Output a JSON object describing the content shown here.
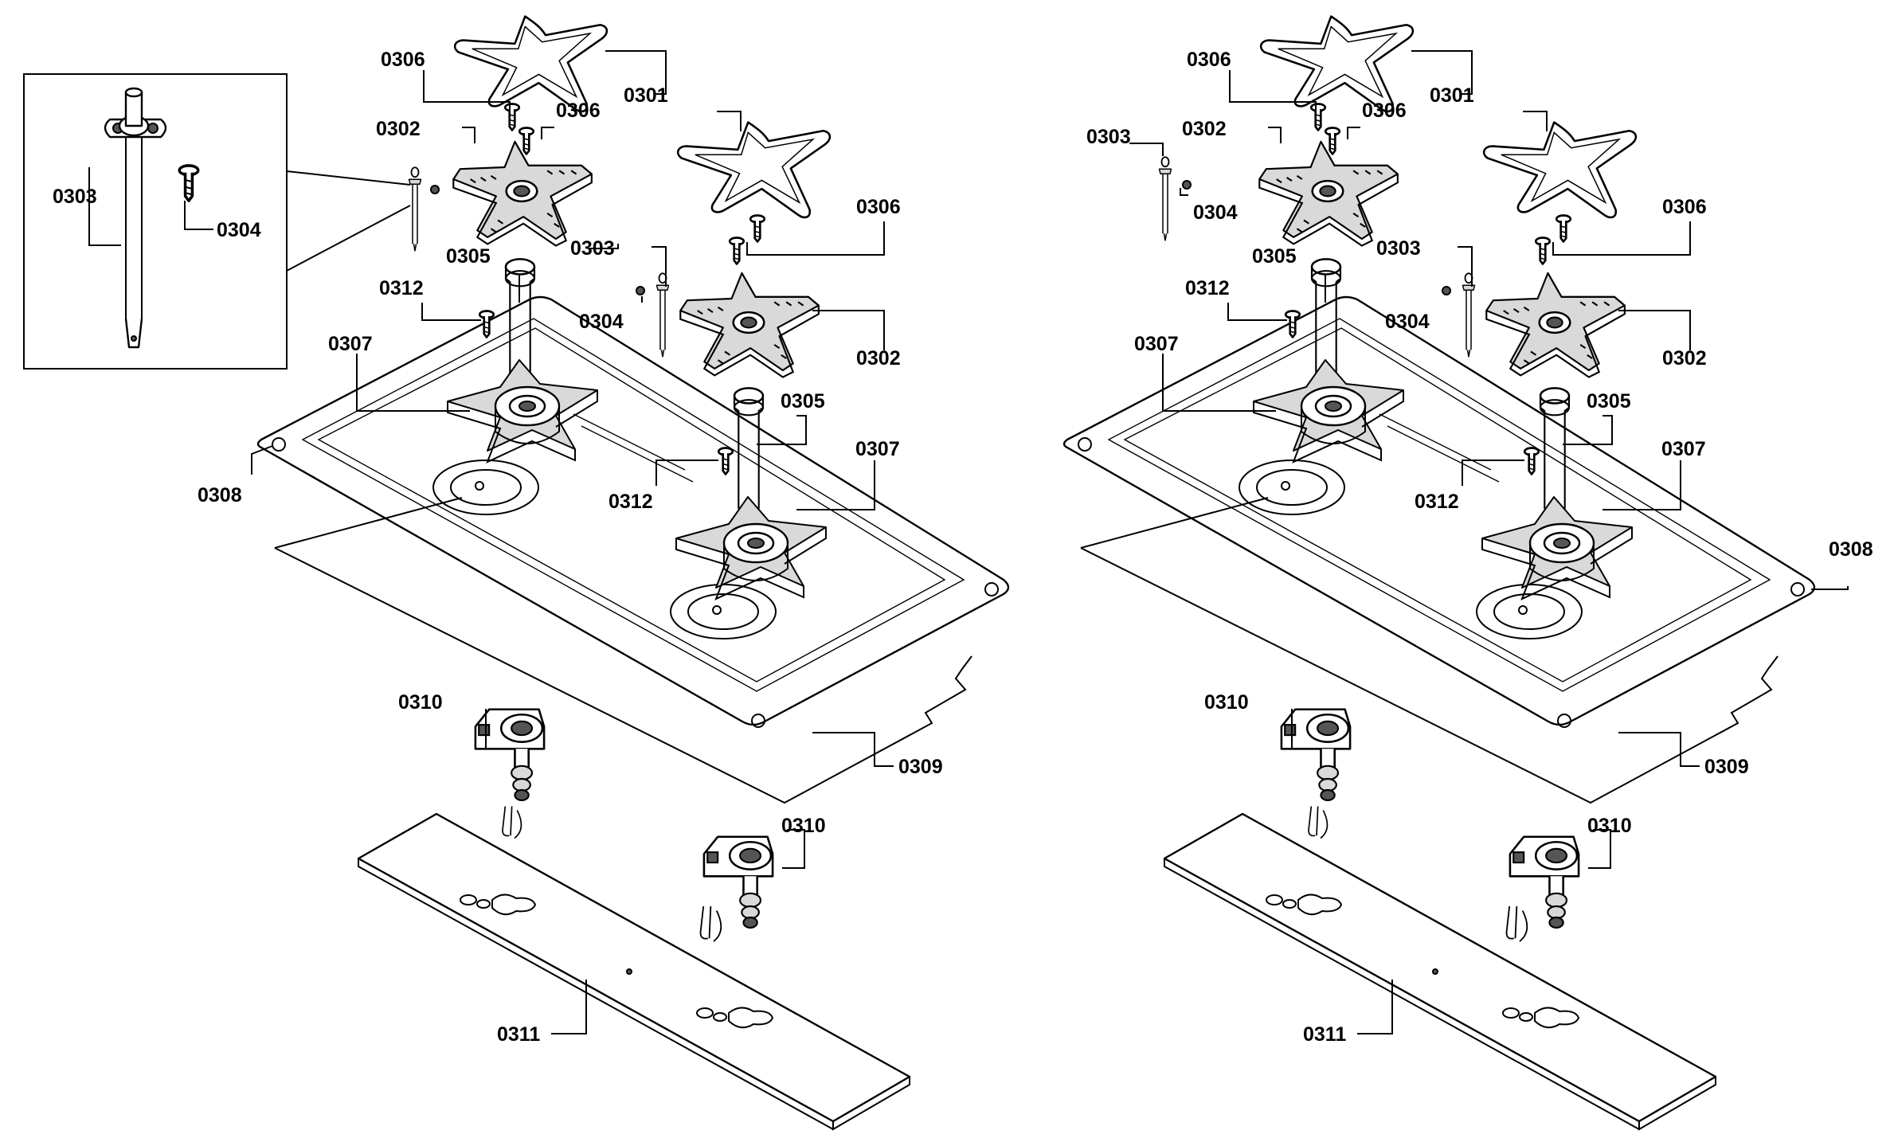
{
  "diagram": {
    "background": "#ffffff",
    "ink": "#000000",
    "assemblies": [
      {
        "id": "left",
        "labels": {
          "top_grid": "0301",
          "burner_cap": "0302",
          "electrode": "0303",
          "electrode_screw": "0304",
          "injector_tube": "0305",
          "cap_screw_a": "0306",
          "cap_screw_b": "0306",
          "burner_base": "0307",
          "tray": "0308",
          "gasket": "0309",
          "valve_a": "0310",
          "valve_b": "0310",
          "bracket": "0311",
          "tube_screw": "0312",
          "inset_electrode": "0303",
          "inset_screw": "0304"
        }
      },
      {
        "id": "right",
        "labels": {
          "top_grid": "0301",
          "burner_cap": "0302",
          "electrode": "0303",
          "electrode_screw": "0304",
          "injector_tube": "0305",
          "cap_screw_a": "0306",
          "cap_screw_b": "0306",
          "burner_base": "0307",
          "tray": "0308",
          "gasket": "0309",
          "valve_a": "0310",
          "valve_b": "0310",
          "bracket": "0311",
          "tube_screw": "0312"
        }
      }
    ]
  }
}
